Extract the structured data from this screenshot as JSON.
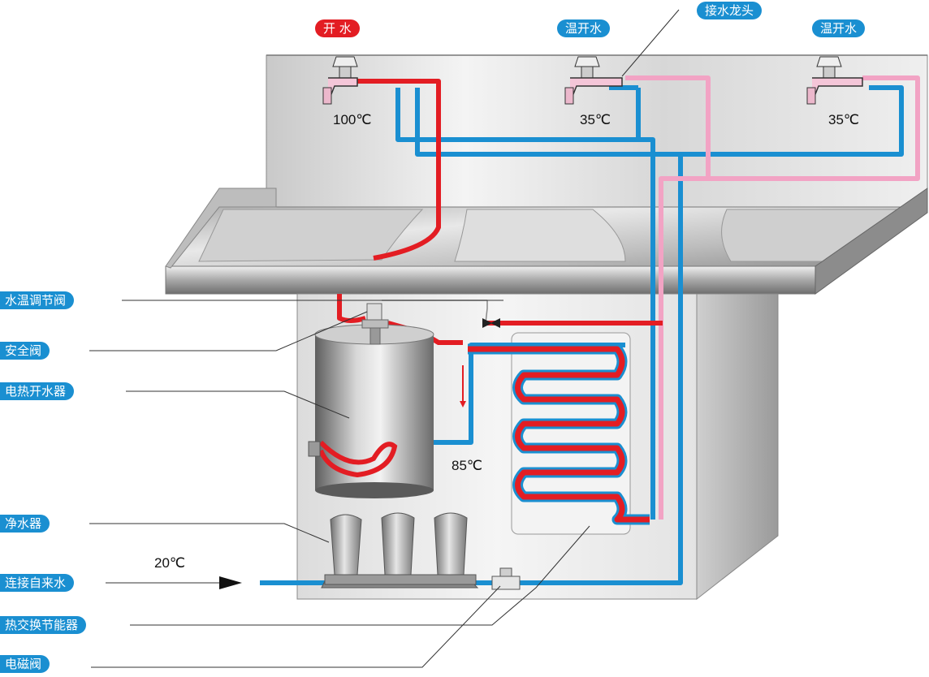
{
  "top_labels": {
    "boiling": "开 水",
    "warm_1": "温开水",
    "warm_2": "温开水",
    "tap": "接水龙头"
  },
  "side_labels": {
    "temp_valve": "水温调节阀",
    "safety_valve": "安全阀",
    "heater": "电热开水器",
    "purifier": "净水器",
    "tap_water": "连接自来水",
    "heat_exchanger": "热交换节能器",
    "solenoid": "电磁阀"
  },
  "temperatures": {
    "tap_boiling": "100℃",
    "tap_warm_1": "35℃",
    "tap_warm_2": "35℃",
    "heater_out": "85℃",
    "inlet": "20℃"
  },
  "colors": {
    "hot_pipe": "#e31d23",
    "cold_pipe": "#1a8fd1",
    "warm_pipe": "#f2a3c4",
    "label_blue": "#1a8fd1",
    "label_red": "#e31d23"
  }
}
